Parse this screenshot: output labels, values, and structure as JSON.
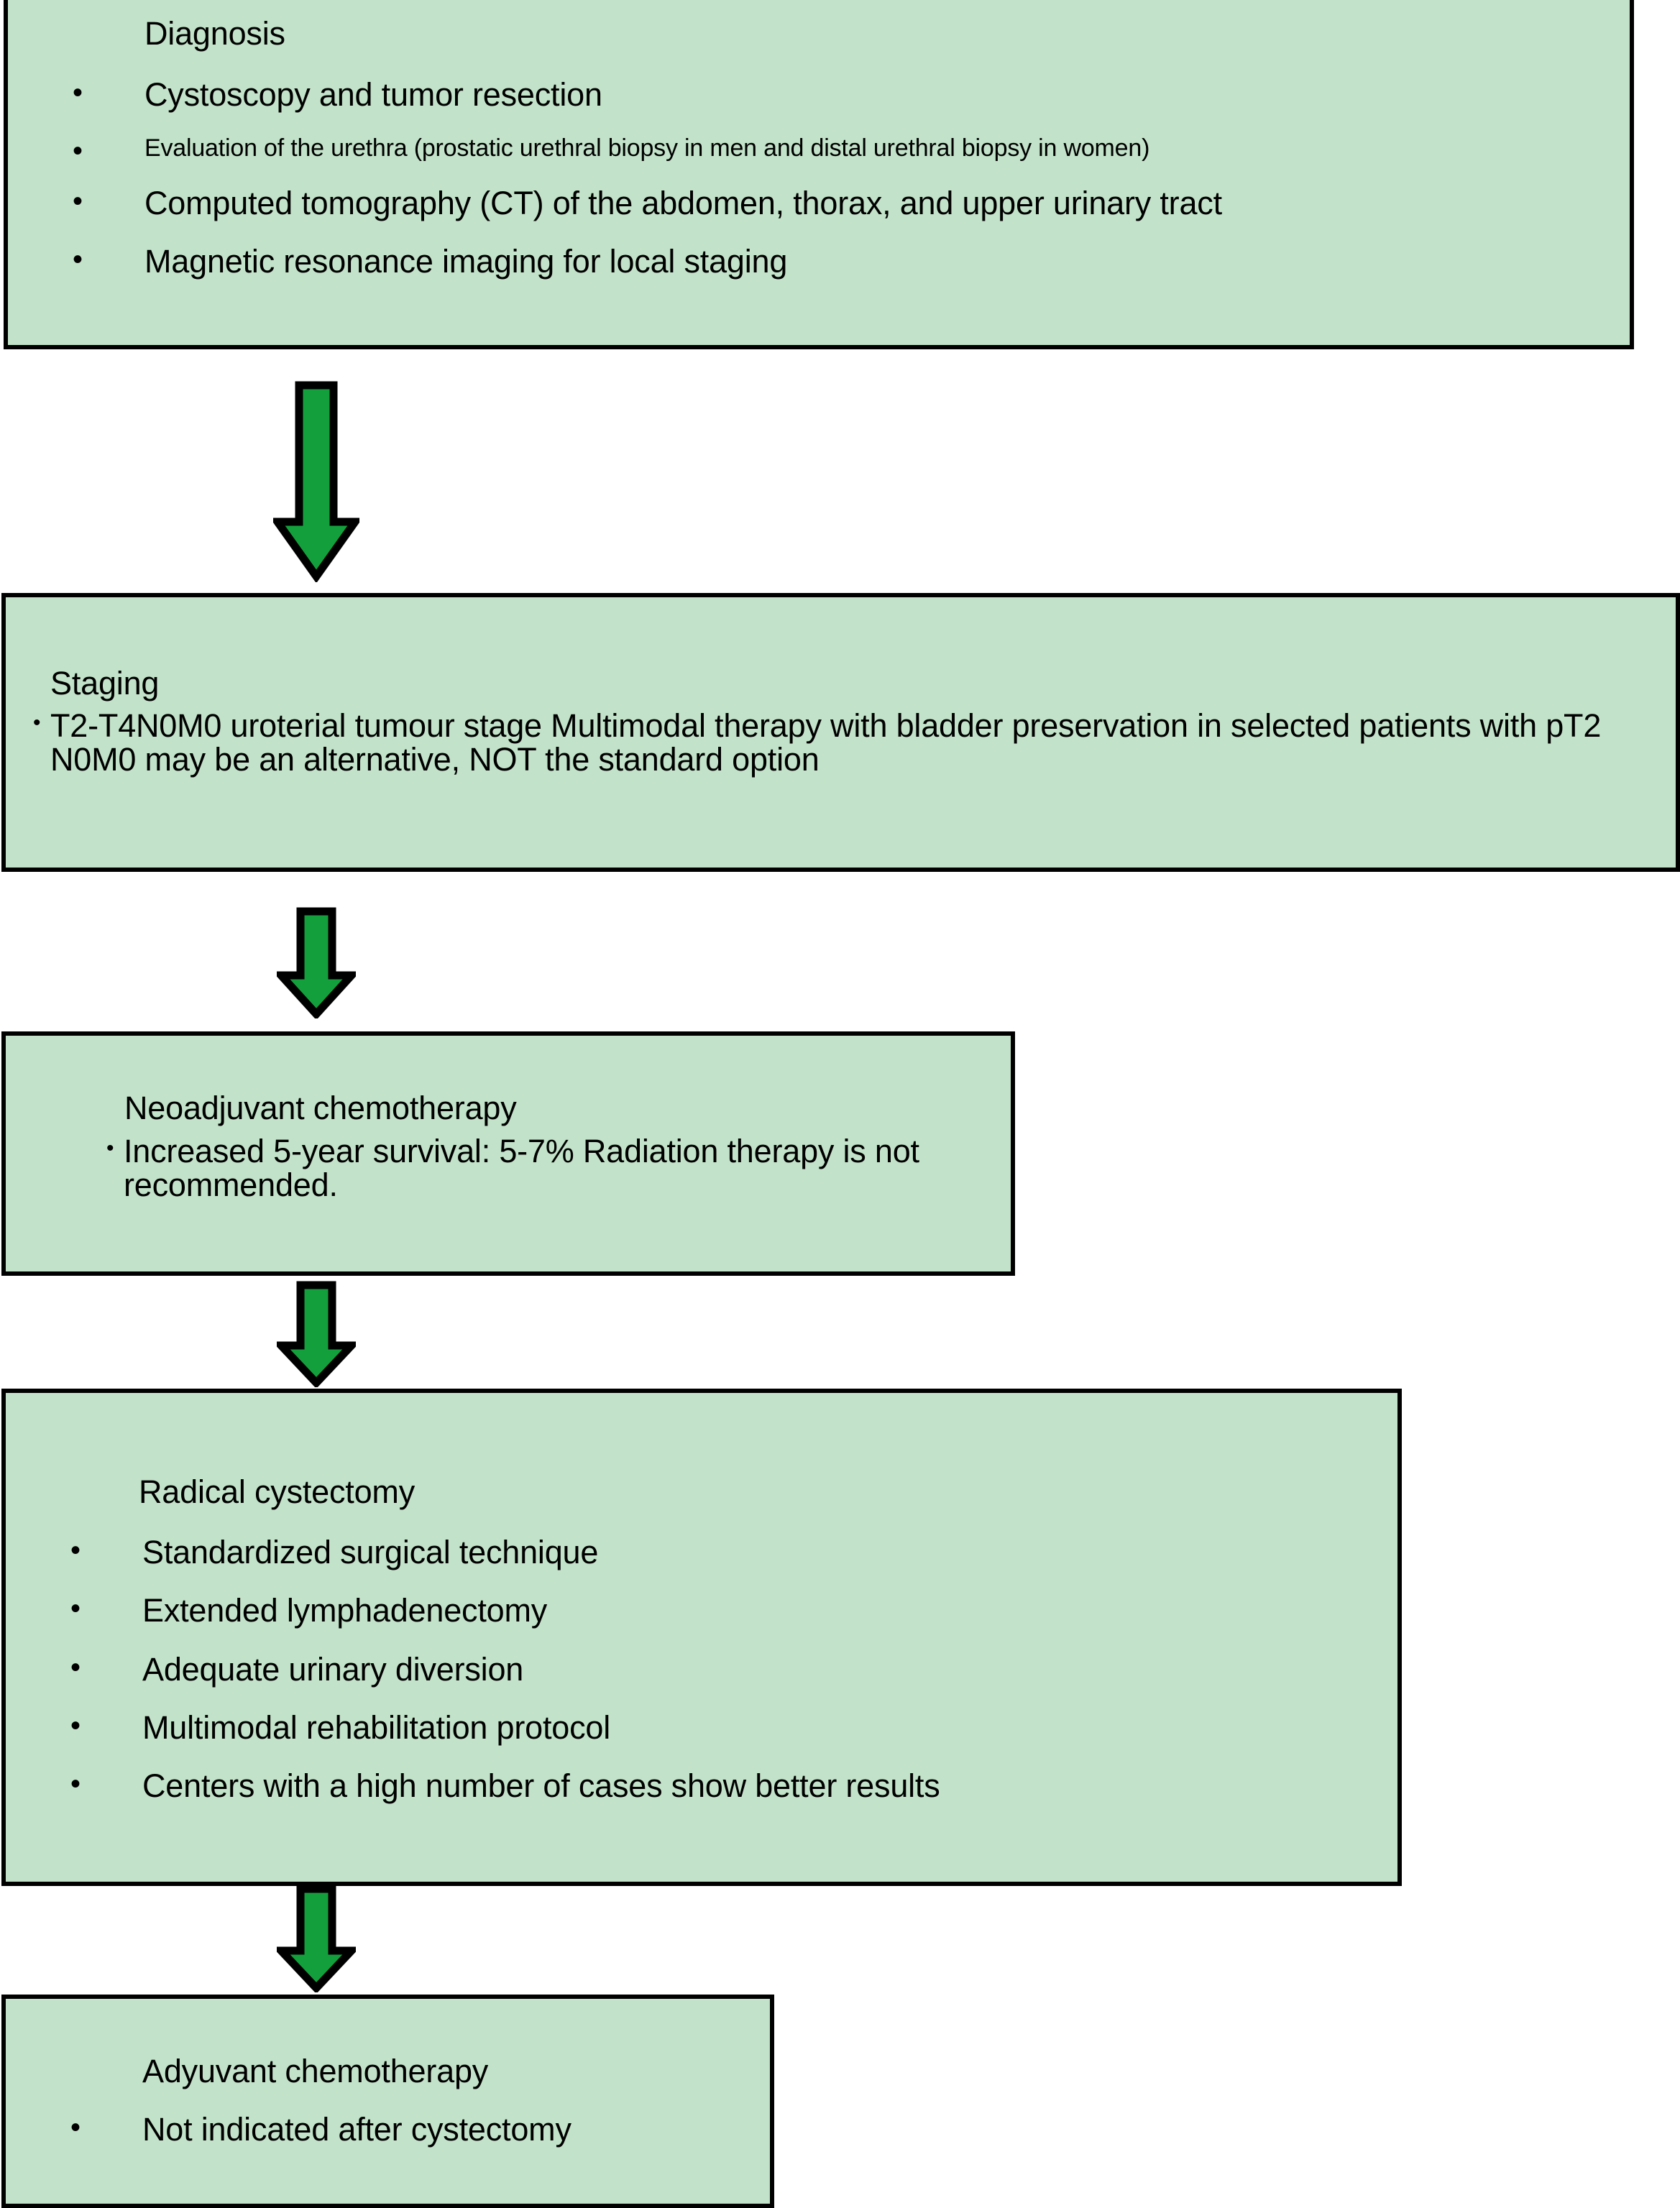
{
  "colors": {
    "box_fill": "#c2e2c9",
    "box_border": "#000000",
    "arrow_fill": "#13a03c",
    "arrow_stroke": "#000000",
    "text": "#000000"
  },
  "flowchart": {
    "nodes": [
      {
        "id": "diagnosis",
        "title": "Diagnosis",
        "items": [
          "Cystoscopy and tumor resection",
          "Evaluation of the urethra (prostatic urethral biopsy in men and distal urethral biopsy in women)",
          "Computed tomography (CT) of the abdomen, thorax, and upper urinary tract",
          "Magnetic resonance imaging for local staging"
        ]
      },
      {
        "id": "staging",
        "title": "Staging",
        "items": [
          "T2-T4N0M0 uroterial tumour stage Multimodal therapy with bladder preservation in selected patients with pT2 N0M0 may be an alternative, NOT the standard option"
        ]
      },
      {
        "id": "neoadjuvant",
        "title": "Neoadjuvant chemotherapy",
        "items": [
          "Increased 5-year survival: 5-7% Radiation therapy is not recommended."
        ]
      },
      {
        "id": "cystectomy",
        "title": "Radical cystectomy",
        "items": [
          "Standardized surgical technique",
          "Extended lymphadenectomy",
          "Adequate urinary diversion",
          "Multimodal rehabilitation protocol",
          "Centers with a high number of cases show better results"
        ]
      },
      {
        "id": "adjuvant",
        "title": "Adyuvant chemotherapy",
        "items": [
          "Not indicated after cystectomy"
        ]
      }
    ],
    "connectors": [
      {
        "id": "arrow-1",
        "from": "diagnosis",
        "to": "staging",
        "icon": "down-arrow-icon"
      },
      {
        "id": "arrow-2",
        "from": "staging",
        "to": "neoadjuvant",
        "icon": "down-arrow-icon"
      },
      {
        "id": "arrow-3",
        "from": "neoadjuvant",
        "to": "cystectomy",
        "icon": "down-arrow-icon"
      },
      {
        "id": "arrow-4",
        "from": "cystectomy",
        "to": "adjuvant",
        "icon": "down-arrow-icon"
      }
    ],
    "bullet_glyph": "•"
  }
}
